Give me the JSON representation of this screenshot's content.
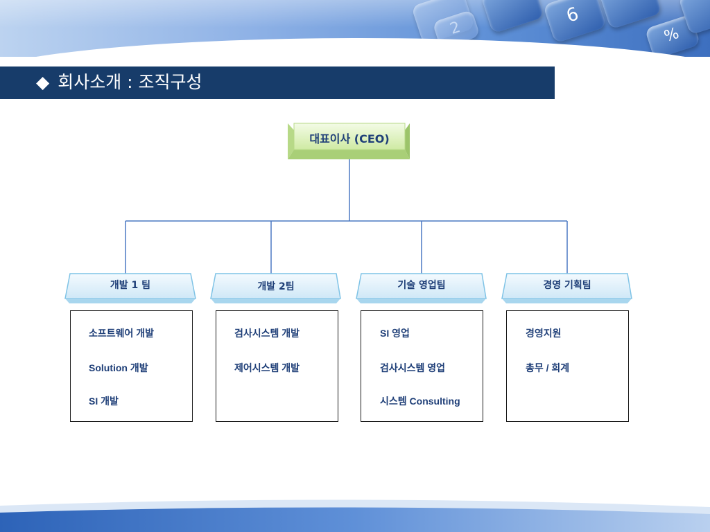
{
  "slide": {
    "title_marker": "◆",
    "title": "회사소개 : 조직구성",
    "colors": {
      "title_bar": "#173c6a",
      "label_text": "#1f3f78",
      "connector": "#4a78c2",
      "ceo_fill": "#d8f0b2",
      "team_fill": "#d6ecf8"
    }
  },
  "org": {
    "ceo": "대표이사 (CEO)",
    "teams": [
      {
        "name": "개발 1 팀",
        "duties": [
          "소프트웨어 개발",
          "Solution 개발",
          "SI 개발"
        ]
      },
      {
        "name": "개발 2팀",
        "duties": [
          "검사시스템 개발",
          "제어시스템 개발"
        ]
      },
      {
        "name": "기술 영업팀",
        "duties": [
          "SI 영업",
          "검사시스템 영업",
          "시스템 Consulting"
        ]
      },
      {
        "name": "경영 기획팀",
        "duties": [
          "경영지원",
          "총무 / 회계"
        ]
      }
    ]
  },
  "decor": {
    "keypad_digits": [
      "2",
      "6",
      "%"
    ]
  }
}
